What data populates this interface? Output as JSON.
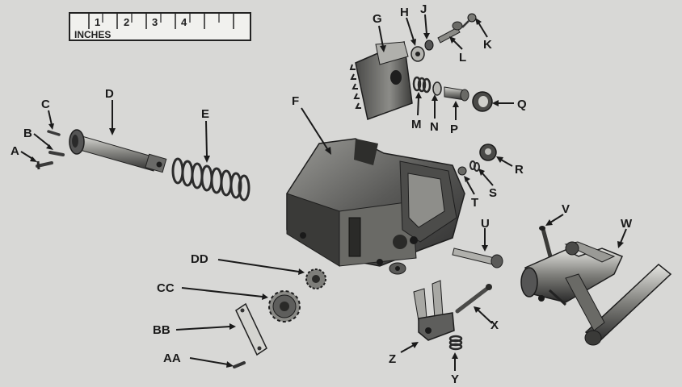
{
  "ruler": {
    "unit_label": "INCHES",
    "numbers": [
      "1",
      "2",
      "3",
      "4"
    ]
  },
  "part_labels": [
    "A",
    "B",
    "C",
    "D",
    "E",
    "F",
    "G",
    "H",
    "J",
    "K",
    "L",
    "M",
    "N",
    "P",
    "Q",
    "R",
    "S",
    "T",
    "U",
    "V",
    "W",
    "X",
    "Y",
    "Z",
    "AA",
    "BB",
    "CC",
    "DD"
  ],
  "colors": {
    "background": "#d8d8d6",
    "metal_dark": "#3a3a3a",
    "metal_mid": "#7a7a78",
    "metal_light": "#c4c4c0",
    "ink": "#1a1a1a"
  }
}
